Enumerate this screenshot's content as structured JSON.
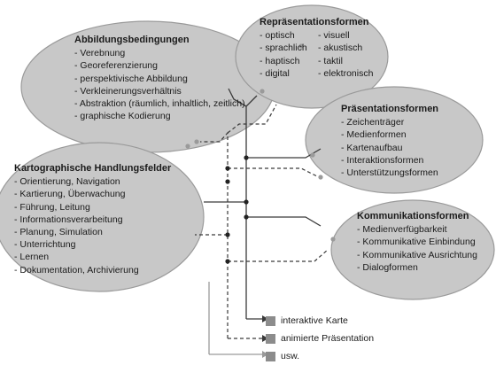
{
  "abbildung": {
    "title": "Abbildungsbedingungen",
    "items": [
      "- Verebnung",
      "- Georeferenzierung",
      "- perspektivische Abbildung",
      "- Verkleinerungsverhältnis",
      "- Abstraktion (räumlich, inhaltlich, zeitlich)",
      "- graphische Kodierung"
    ]
  },
  "repraesentation": {
    "title": "Repräsentationsformen",
    "col1": [
      "- optisch",
      "- sprachlich",
      "- haptisch",
      "- digital"
    ],
    "col2": [
      "- visuell",
      "- akustisch",
      "- taktil",
      "- elektronisch"
    ]
  },
  "praesentation": {
    "title": "Präsentationsformen",
    "items": [
      "- Zeichenträger",
      "- Medienformen",
      "- Kartenaufbau",
      "- Interaktionsformen",
      "- Unterstützungsformen"
    ]
  },
  "handlung": {
    "title": "Kartographische Handlungsfelder",
    "items": [
      "- Orientierung, Navigation",
      "- Kartierung, Überwachung",
      "- Führung, Leitung",
      "- Informationsverarbeitung",
      "- Planung, Simulation",
      "- Unterrichtung",
      "- Lernen",
      "- Dokumentation, Archivierung"
    ]
  },
  "kommunikation": {
    "title": "Kommunikationsformen",
    "items": [
      "- Medienverfügbarkeit",
      "- Kommunikative Einbindung",
      "- Kommunikative Ausrichtung",
      "- Dialogformen"
    ]
  },
  "legend": [
    "interaktive Karte",
    "animierte Präsentation",
    "usw."
  ]
}
